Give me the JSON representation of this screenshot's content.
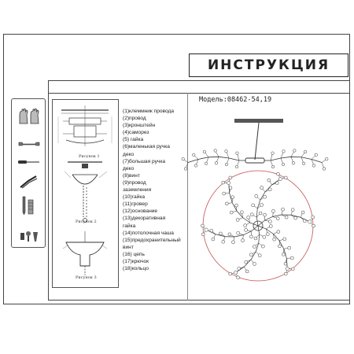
{
  "title": "ИНСТРУКЦИЯ",
  "model_label": "Модель:08462-54,19",
  "figure_captions": [
    "Рисунок 1",
    "Рисунок 2",
    "Рисунок 3"
  ],
  "parts": [
    "(1)клеммник провода",
    "(2)провод",
    "(3)кронштейн",
    "(4)саморез",
    "(5) гайка",
    "(6)маленькая ручка",
    "деко",
    "(7)большая ручка",
    "деко",
    "(8)винт",
    "(9)провод",
    "заземления",
    "(10)гайка",
    "(11)гровер",
    "(12)основание",
    "(13)декоративная",
    "гайка",
    "(14)потолочная чаша",
    "(15)предохранительный",
    "винт",
    "(16) цепь",
    "(17)крючок",
    "(18)кольцо"
  ],
  "tool_icons": [
    "gloves-icon",
    "wrench-icon",
    "screwdriver-icon",
    "pliers-icon",
    "wall-anchor-icon",
    "screws-icon"
  ],
  "colors": {
    "line": "#333333",
    "accent_circle": "#c0504d"
  }
}
